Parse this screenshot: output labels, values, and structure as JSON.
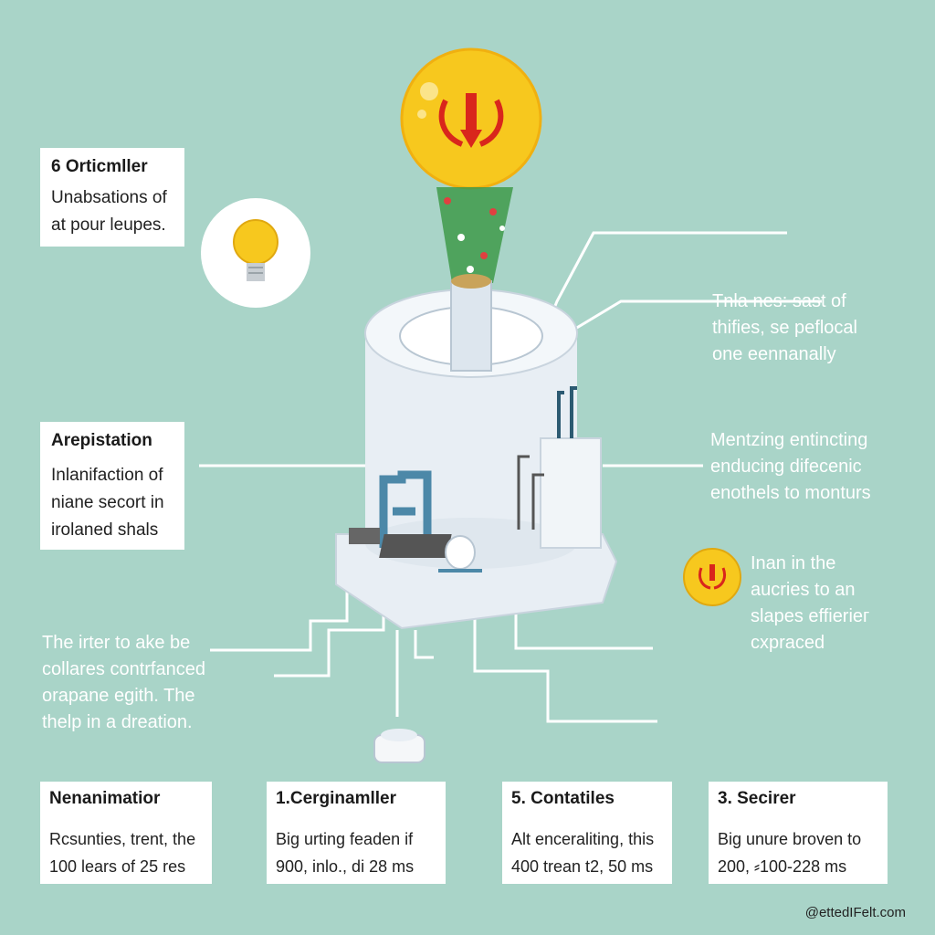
{
  "top_left_card": {
    "title": "6 Orticmller",
    "lines": [
      "Unabsations of",
      "at pour leupes."
    ]
  },
  "middle_left_card": {
    "title": "Arepistation",
    "lines": [
      "Inlanifaction of",
      "niane secort in",
      "irolaned shals"
    ]
  },
  "left_text": [
    "The irter to ake be",
    "collares contrfanced",
    "orapane egith. The",
    "thelp in a dreation."
  ],
  "right_top_text": [
    "Tnla nes: sast of",
    "thifies, se peflocal",
    "one eennanally"
  ],
  "right_middle_text": [
    "Mentzing entincting",
    "enducing difecenic",
    "enothels to monturs"
  ],
  "right_bottom_text": [
    "Inan in the",
    "aucries to an",
    "slapes effieriег",
    "cxpraced"
  ],
  "bottom_cards": [
    {
      "title": "Nenanimatior",
      "lines": [
        "Rcsunties, trent, the",
        "100 lears of 25 res"
      ]
    },
    {
      "title": "1.Cerginamller",
      "lines": [
        "Big urting feaden if",
        "900, inlo., di 28 ms"
      ]
    },
    {
      "title": "5. Contatiles",
      "lines": [
        "Alt enceraliting, this",
        "400 trean t2, 50 ms"
      ]
    },
    {
      "title": "3. Secirer",
      "lines": [
        "Big unure broven to",
        "200, ⸗100-228 ms"
      ]
    }
  ],
  "credit": "@ettedIFelt.com",
  "icons": [
    "lightbulb-icon",
    "emblem-icon",
    "plant-icon",
    "reactor-tank"
  ],
  "colors": {
    "background": "#a9d4c8",
    "sun": "#f7c81e",
    "emblem": "#d9261c",
    "tank": "#e8eef4"
  }
}
